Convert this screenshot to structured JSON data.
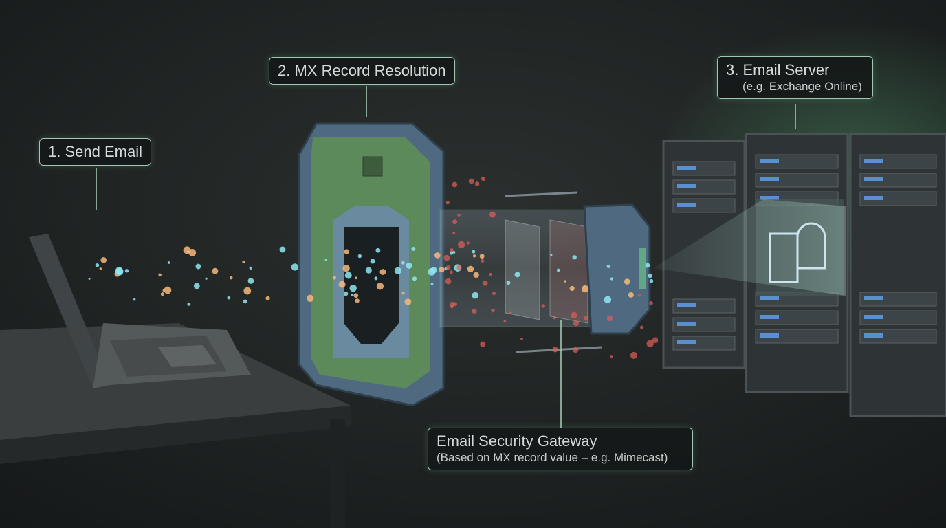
{
  "steps": {
    "send": {
      "title": "1. Send Email"
    },
    "mx": {
      "title": "2. MX Record Resolution"
    },
    "server": {
      "title": "3. Email Server",
      "subtitle": "(e.g. Exchange Online)"
    },
    "gateway": {
      "title": "Email Security Gateway",
      "subtitle": "(Based on MX record value – e.g. Mimecast)"
    }
  },
  "colors": {
    "background": "#1c1f1f",
    "label_border": "#9fc7b2",
    "particle_blue": "#8ee6f0",
    "particle_orange": "#f5b87a",
    "particle_red": "#e0605a",
    "circuit_green": "#5f8a5e",
    "frame_steel": "#55708a",
    "server_glow": "#6fd08a"
  }
}
